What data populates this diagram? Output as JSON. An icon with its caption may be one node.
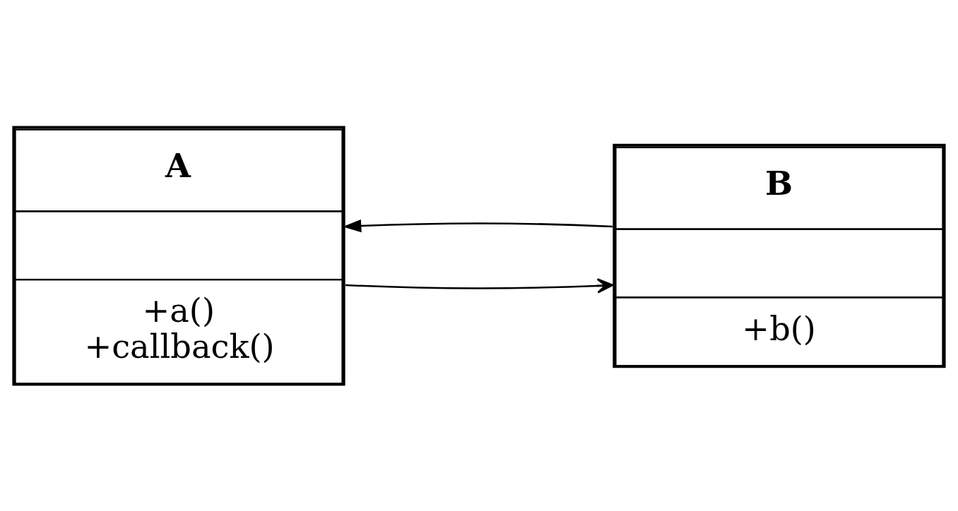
{
  "diagram": {
    "nodes": [
      {
        "text": [
          "A",
          "+a()",
          "+callback()"
        ]
      },
      {
        "text": [
          "B",
          "+b()"
        ]
      }
    ],
    "edges": [
      {
        "from": 0,
        "to": 1,
        "arrow": "to"
      },
      {
        "from": 1,
        "to": 0,
        "arrow": "to"
      }
    ]
  }
}
